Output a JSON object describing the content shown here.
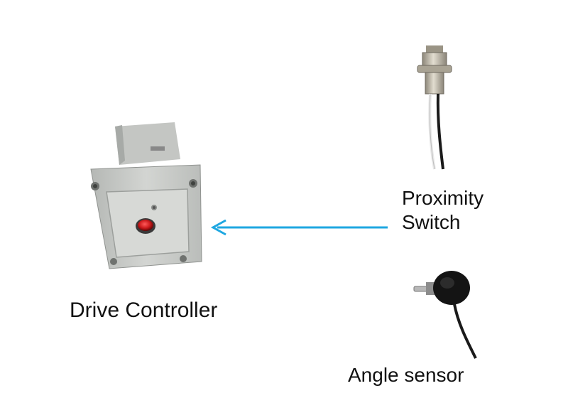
{
  "labels": {
    "drive_controller": "Drive Controller",
    "proximity_switch_line1": "Proximity",
    "proximity_switch_line2": "Switch",
    "angle_sensor": "Angle sensor"
  },
  "colors": {
    "arrow": "#1ea7e1",
    "housing": "#c9cbc8",
    "housing_dark": "#9fa29f",
    "indicator": "#c9181a",
    "cable": "#1a1a1a",
    "sensor_metal": "#b9b4a8",
    "encoder_body": "#141414"
  },
  "icons": {
    "drive_controller": "drive-controller-box",
    "proximity_switch": "proximity-sensor",
    "angle_sensor": "rotary-encoder",
    "arrow": "left-arrow"
  }
}
